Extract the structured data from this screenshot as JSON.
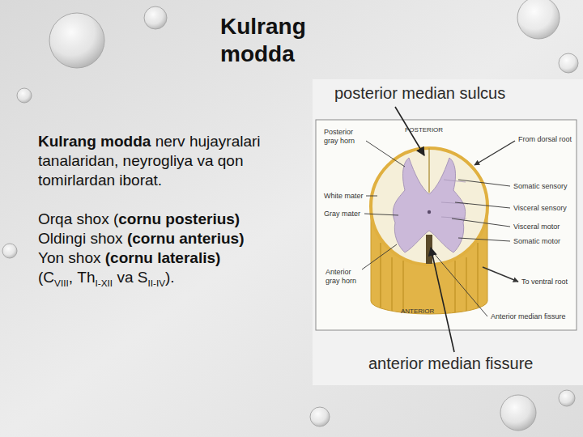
{
  "diagram": {
    "title": "Kulrang modda",
    "labels": [
      "Kulrang modda",
      "nerv hujayralari tanalaridan, neyrogliya va qon tomirlardan iborat.",
      "Orqa shox (",
      "cornu posterius)",
      "Oldingi shox",
      "(cornu anterius)",
      "Yon shox",
      "(cornu lateralis)",
      "(C",
      "VIII",
      ",",
      "Th",
      "I-XII",
      "va S",
      "II-IV",
      ").",
      "posterior median sulcus",
      "POSTERIOR",
      "Posterior gray horn",
      "From dorsal root",
      "Somatic sensory",
      "White mater",
      "Visceral sensory",
      "Gray mater",
      "Visceral motor",
      "Somatic motor",
      "Anterior gray horn",
      "To ventral root",
      "ANTERIOR",
      "Anterior median fissure",
      "anterior median fissure"
    ]
  }
}
